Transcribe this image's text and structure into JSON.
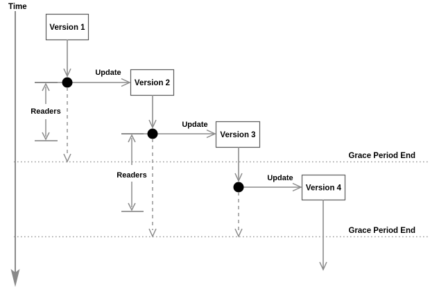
{
  "diagram": {
    "title_axis": "Time",
    "versions": [
      {
        "id": "v1",
        "label": "Version 1"
      },
      {
        "id": "v2",
        "label": "Version 2"
      },
      {
        "id": "v3",
        "label": "Version 3"
      },
      {
        "id": "v4",
        "label": "Version 4"
      }
    ],
    "update_labels": [
      {
        "id": "u1",
        "label": "Update"
      },
      {
        "id": "u2",
        "label": "Update"
      },
      {
        "id": "u3",
        "label": "Update"
      }
    ],
    "reader_brackets": [
      {
        "id": "r1",
        "label": "Readers"
      },
      {
        "id": "r2",
        "label": "Readers"
      }
    ],
    "grace_periods": [
      {
        "id": "gp1",
        "label": "Grace Period End"
      },
      {
        "id": "gp2",
        "label": "Grace Period End"
      }
    ],
    "colors": {
      "line": "#8a8a8a",
      "box_border": "#595959",
      "box_fill": "#ffffff",
      "dot": "#000000",
      "text": "#000000",
      "background": "#ffffff"
    }
  }
}
